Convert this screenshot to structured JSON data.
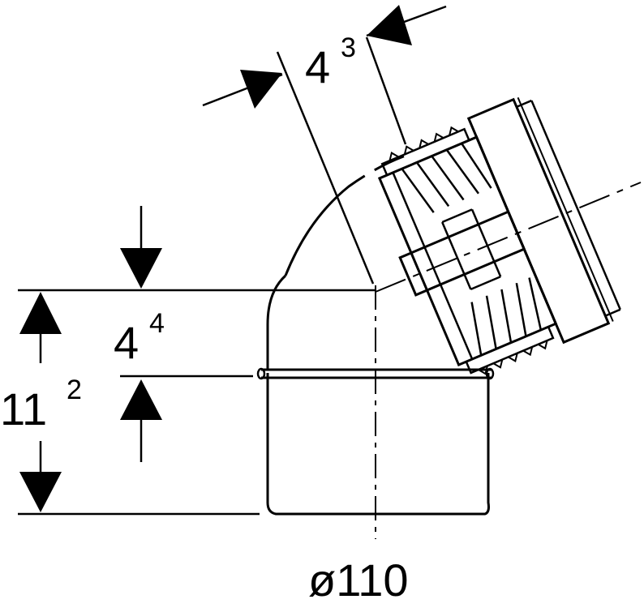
{
  "dimensions": {
    "top_offset": {
      "base": "4",
      "exp": "3"
    },
    "inner_height": {
      "base": "4",
      "exp": "4"
    },
    "total_height": {
      "base": "11",
      "exp": "2"
    },
    "diameter": "ø110"
  },
  "colors": {
    "line": "#000000",
    "background": "#ffffff"
  }
}
